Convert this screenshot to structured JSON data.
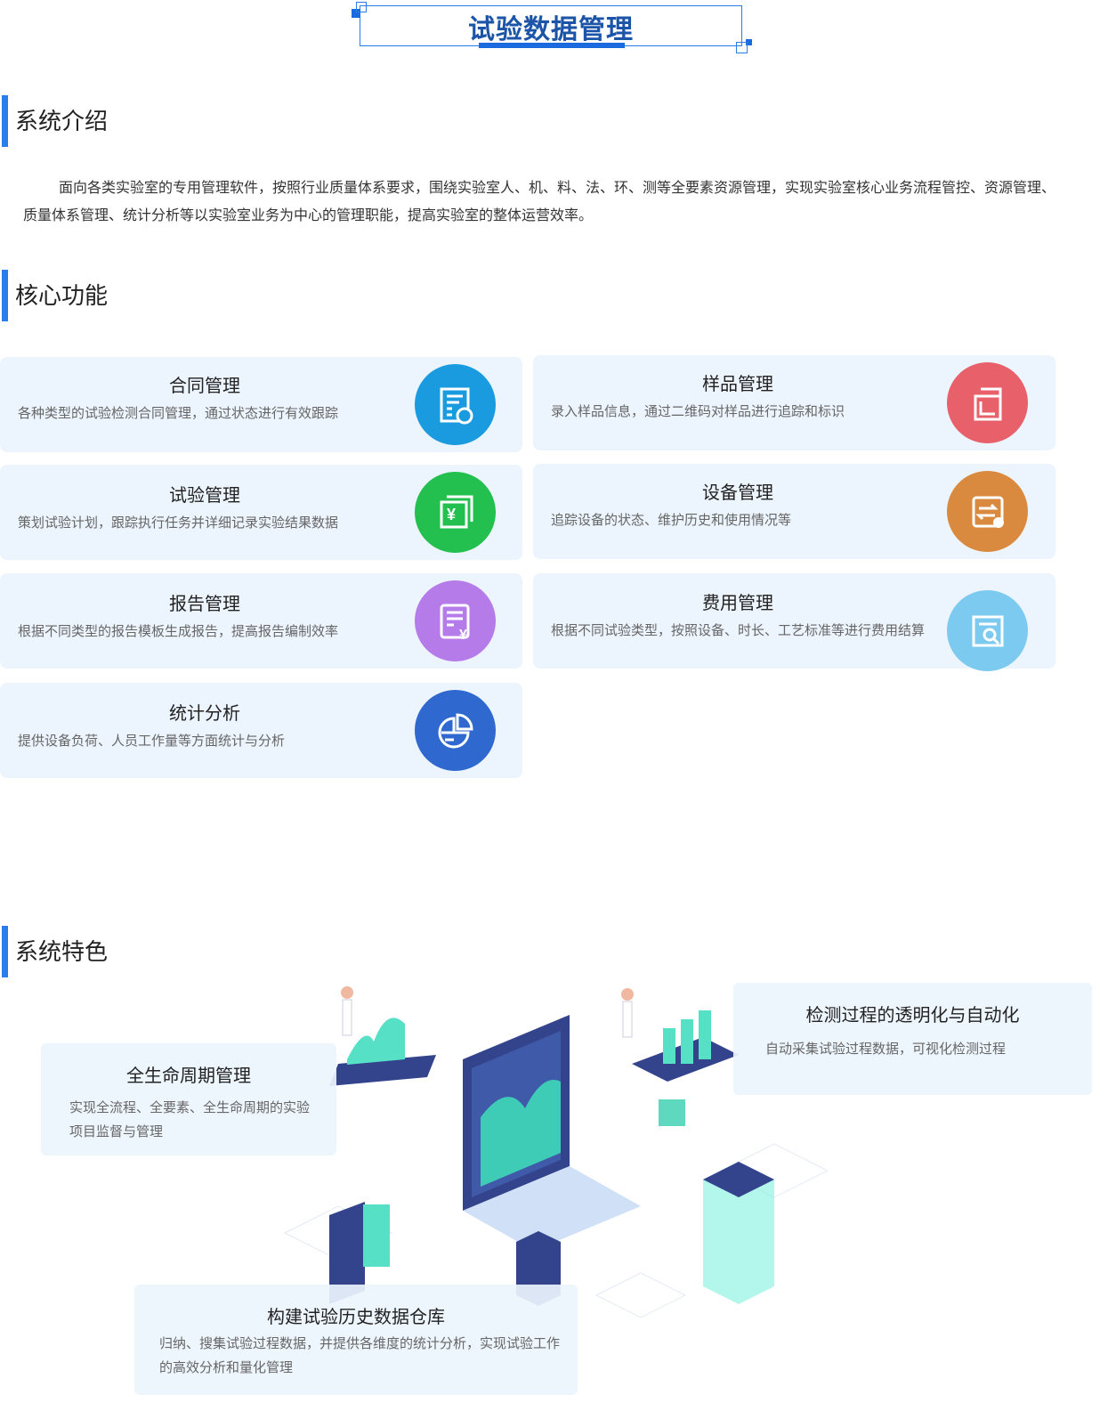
{
  "title": "试验数据管理",
  "sections": {
    "intro": "系统介绍",
    "core": "核心功能",
    "features": "系统特色"
  },
  "intro_text": "面向各类实验室的专用管理软件，按照行业质量体系要求，围绕实验室人、机、料、法、环、测等全要素资源管理，实现实验室核心业务流程管控、资源管理、质量体系管理、统计分析等以实验室业务为中心的管理职能，提高实验室的整体运营效率。",
  "cards": [
    {
      "title": "合同管理",
      "desc": "各种类型的试验检测合同管理，通过状态进行有效跟踪",
      "icon": "contract-icon",
      "color": "#1a9be0"
    },
    {
      "title": "样品管理",
      "desc": "录入样品信息，通过二维码对样品进行追踪和标识",
      "icon": "sample-box-icon",
      "color": "#e8606a"
    },
    {
      "title": "试验管理",
      "desc": "策划试验计划，跟踪执行任务并详细记录实验结果数据",
      "icon": "test-yen-icon",
      "color": "#23c04f"
    },
    {
      "title": "设备管理",
      "desc": "追踪设备的状态、维护历史和使用情况等",
      "icon": "equipment-icon",
      "color": "#d98a3f"
    },
    {
      "title": "报告管理",
      "desc": "根据不同类型的报告模板生成报告，提高报告编制效率",
      "icon": "report-icon",
      "color": "#b57be8"
    },
    {
      "title": "费用管理",
      "desc": "根据不同试验类型，按照设备、时长、工艺标准等进行费用结算",
      "icon": "fee-search-icon",
      "color": "#7ccaf0"
    },
    {
      "title": "统计分析",
      "desc": "提供设备负荷、人员工作量等方面统计与分析",
      "icon": "pie-chart-icon",
      "color": "#2f69d0"
    }
  ],
  "features": [
    {
      "title": "全生命周期管理",
      "desc": "实现全流程、全要素、全生命周期的实验项目监督与管理"
    },
    {
      "title": "检测过程的透明化与自动化",
      "desc": "自动采集试验过程数据，可视化检测过程"
    },
    {
      "title": "构建试验历史数据仓库",
      "desc": "归纳、搜集试验过程数据，并提供各维度的统计分析，实现试验工作的高效分析和量化管理"
    }
  ]
}
